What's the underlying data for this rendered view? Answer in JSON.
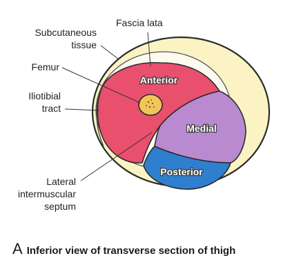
{
  "labels": {
    "fascia_lata": "Fascia lata",
    "subcutaneous_line1": "Subcutaneous",
    "subcutaneous_line2": "tissue",
    "femur": "Femur",
    "iliotibial_line1": "Iliotibial",
    "iliotibial_line2": "tract",
    "lateral_line1": "Lateral",
    "lateral_line2": "intermuscular",
    "lateral_line3": "septum"
  },
  "compartments": {
    "anterior": "Anterior",
    "medial": "Medial",
    "posterior": "Posterior"
  },
  "caption": {
    "letter": "A",
    "text": "Inferior view of transverse section of thigh"
  },
  "colors": {
    "skin_outline": "#2b2b2b",
    "subcutaneous": "#fbf3c4",
    "fascia": "#fdfbf0",
    "anterior": "#e8506e",
    "medial": "#b98ad0",
    "posterior": "#2f7fcf",
    "femur": "#f2c55a"
  }
}
